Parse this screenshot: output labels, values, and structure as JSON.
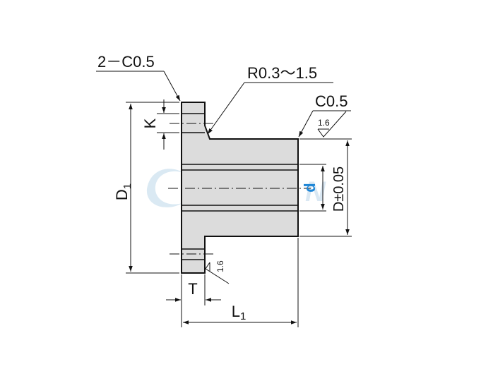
{
  "labels": {
    "chamfer_corner": "2－C0.5",
    "fillet_radius": "R0.3〜1.5",
    "chamfer_end": "C0.5",
    "roughness_top": "1.6",
    "roughness_side": "1.6",
    "dim_k": "K",
    "dim_d1": "D",
    "dim_d1_sub": "1",
    "dim_d": "d",
    "dim_d_tol": "D±0.05",
    "dim_t": "T",
    "dim_l1": "L",
    "dim_l1_sub": "1"
  },
  "watermark": {
    "text": "SUYUAN",
    "color": "#bcd7ea"
  },
  "colors": {
    "part_fill": "#dcdcdc",
    "line": "#111111",
    "highlight_d": "#1f86d6"
  }
}
